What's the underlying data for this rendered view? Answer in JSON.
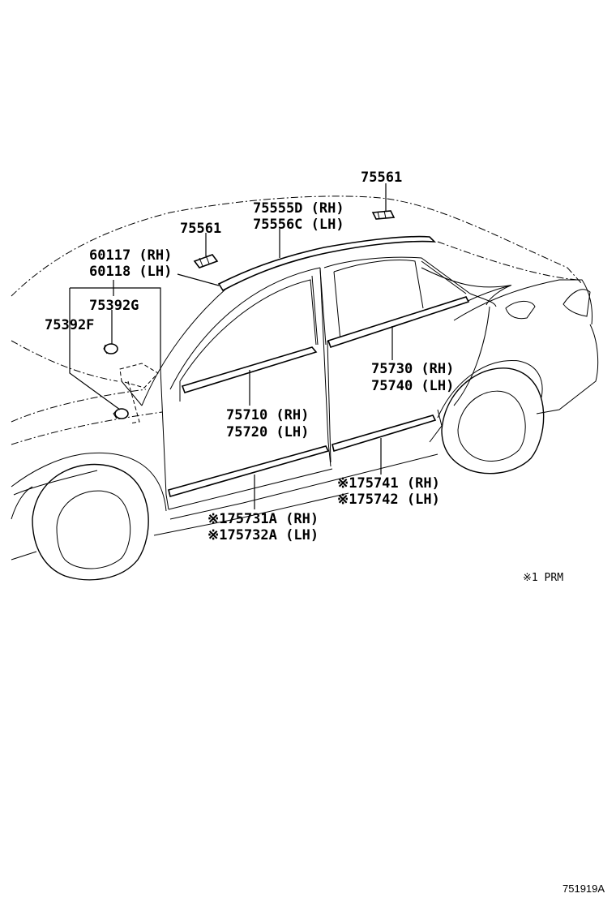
{
  "labels": {
    "p75561_right": "75561",
    "p75555d": "75555D (RH)",
    "p75556c": "75556C (LH)",
    "p75561_left": "75561",
    "p60117": "60117 (RH)",
    "p60118": "60118 (LH)",
    "p75392g": "75392G",
    "p75392f": "75392F",
    "p75730": "75730 (RH)",
    "p75740": "75740 (LH)",
    "p75710": "75710 (RH)",
    "p75720": "75720 (LH)",
    "p175741": "※175741 (RH)",
    "p175742": "※175742 (LH)",
    "p175731a": "※175731A (RH)",
    "p175732a": "※175732A (LH)"
  },
  "note": "※1 PRM",
  "figure_id": "751919A"
}
